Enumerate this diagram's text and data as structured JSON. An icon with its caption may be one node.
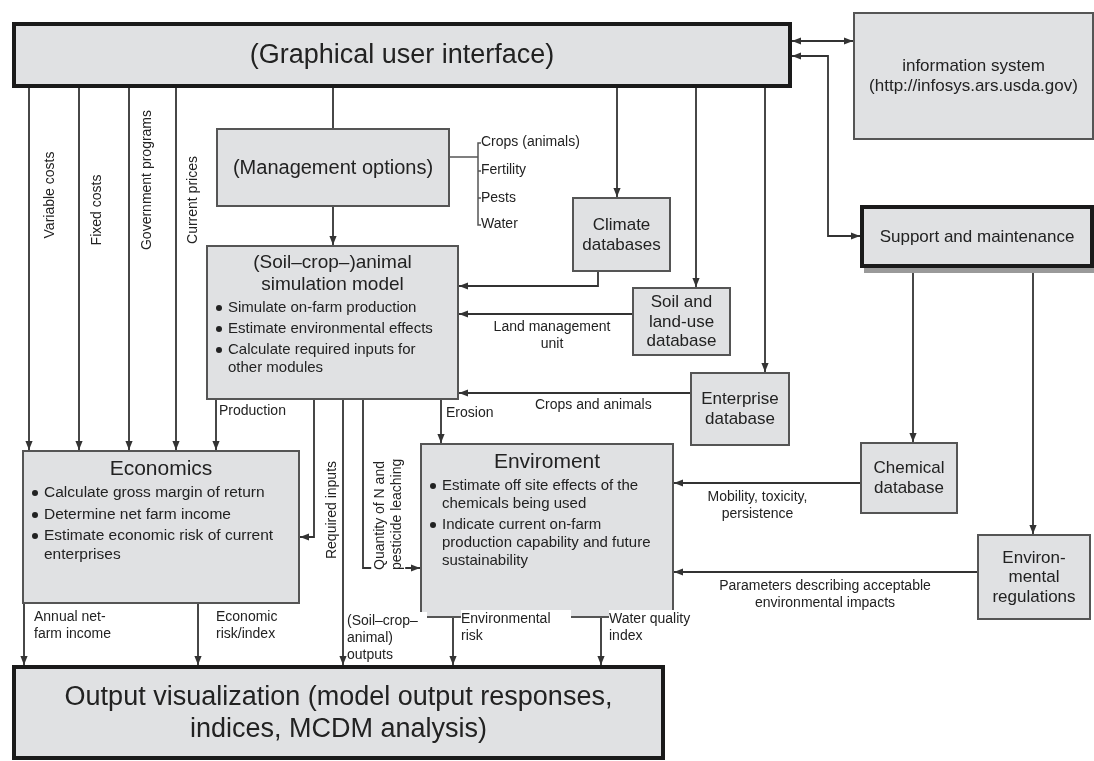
{
  "diagram": {
    "nodes": [
      {
        "text": [
          "(Graphical user interface)"
        ]
      },
      {
        "text": [
          "information system (http://infosys.ars.usda.gov)"
        ]
      },
      {
        "text": [
          "(Management options)"
        ]
      },
      {
        "text": [
          "Climate databases"
        ]
      },
      {
        "text": [
          "Support and maintenance"
        ]
      },
      {
        "text": [
          "(Soil–crop–)animal simulation model",
          "Simulate on-farm production",
          "Estimate environmental effects",
          "Calculate required inputs for other modules"
        ]
      },
      {
        "text": [
          "Soil and land-use database"
        ]
      },
      {
        "text": [
          "Enterprise database"
        ]
      },
      {
        "text": [
          "Economics",
          "Calculate gross margin of return",
          "Determine net farm income",
          "Estimate economic risk of current enterprises"
        ]
      },
      {
        "text": [
          "Enviroment",
          "Estimate off site effects of the chemicals being used",
          "Indicate current on-farm production capability and future sustainability"
        ]
      },
      {
        "text": [
          "Chemical database"
        ]
      },
      {
        "text": [
          "Environ- mental regulations"
        ]
      },
      {
        "text": [
          "Output visualization (model output responses, indices, MCDM analysis)"
        ]
      }
    ],
    "edges": [
      {
        "from": 0,
        "to": 1,
        "arrow": "both"
      },
      {
        "from": 4,
        "to": 0,
        "arrow": "both"
      },
      {
        "from": 0,
        "to": 2,
        "arrow": "none"
      },
      {
        "from": 0,
        "to": 3,
        "arrow": "to"
      },
      {
        "from": 0,
        "to": 6,
        "arrow": "to"
      },
      {
        "from": 0,
        "to": 7,
        "arrow": "to"
      },
      {
        "from": 2,
        "to": 5,
        "arrow": "to"
      },
      {
        "from": 0,
        "to": 8,
        "arrow": "to",
        "label": "Variable costs"
      },
      {
        "from": 0,
        "to": 8,
        "arrow": "to",
        "label": "Fixed costs"
      },
      {
        "from": 0,
        "to": 8,
        "arrow": "to",
        "label": "Government programs"
      },
      {
        "from": 0,
        "to": 8,
        "arrow": "to",
        "label": "Current prices"
      },
      {
        "from": 5,
        "to": 8,
        "arrow": "to",
        "label": "Production"
      },
      {
        "from": 5,
        "to": 8,
        "arrow": "to",
        "label": "Required inputs"
      },
      {
        "from": 5,
        "to": 12,
        "arrow": "to",
        "label": "(Soil–crop– animal) outputs"
      },
      {
        "from": 5,
        "to": 9,
        "arrow": "to",
        "label": "Quantity of N and pesticide leaching"
      },
      {
        "from": 5,
        "to": 9,
        "arrow": "to",
        "label": "Erosion"
      },
      {
        "from": 3,
        "to": 5,
        "arrow": "to"
      },
      {
        "from": 6,
        "to": 5,
        "arrow": "to",
        "label": "Land management unit"
      },
      {
        "from": 7,
        "to": 5,
        "arrow": "to",
        "label": "Crops and animals"
      },
      {
        "from": 4,
        "to": 10,
        "arrow": "to"
      },
      {
        "from": 4,
        "to": 11,
        "arrow": "to"
      },
      {
        "from": 10,
        "to": 9,
        "arrow": "to",
        "label": "Mobility, toxicity, persistence"
      },
      {
        "from": 11,
        "to": 9,
        "arrow": "to",
        "label": "Parameters describing acceptable environmental impacts"
      },
      {
        "from": 8,
        "to": 12,
        "arrow": "to",
        "label": "Annual net- farm income"
      },
      {
        "from": 8,
        "to": 12,
        "arrow": "to",
        "label": "Economic risk/index"
      },
      {
        "from": 9,
        "to": 12,
        "arrow": "to",
        "label": "Environmental risk"
      },
      {
        "from": 9,
        "to": 12,
        "arrow": "to",
        "label": "Water quality index"
      }
    ],
    "labels": [
      "Crops (animals)",
      "Fertility",
      "Pests",
      "Water"
    ]
  }
}
